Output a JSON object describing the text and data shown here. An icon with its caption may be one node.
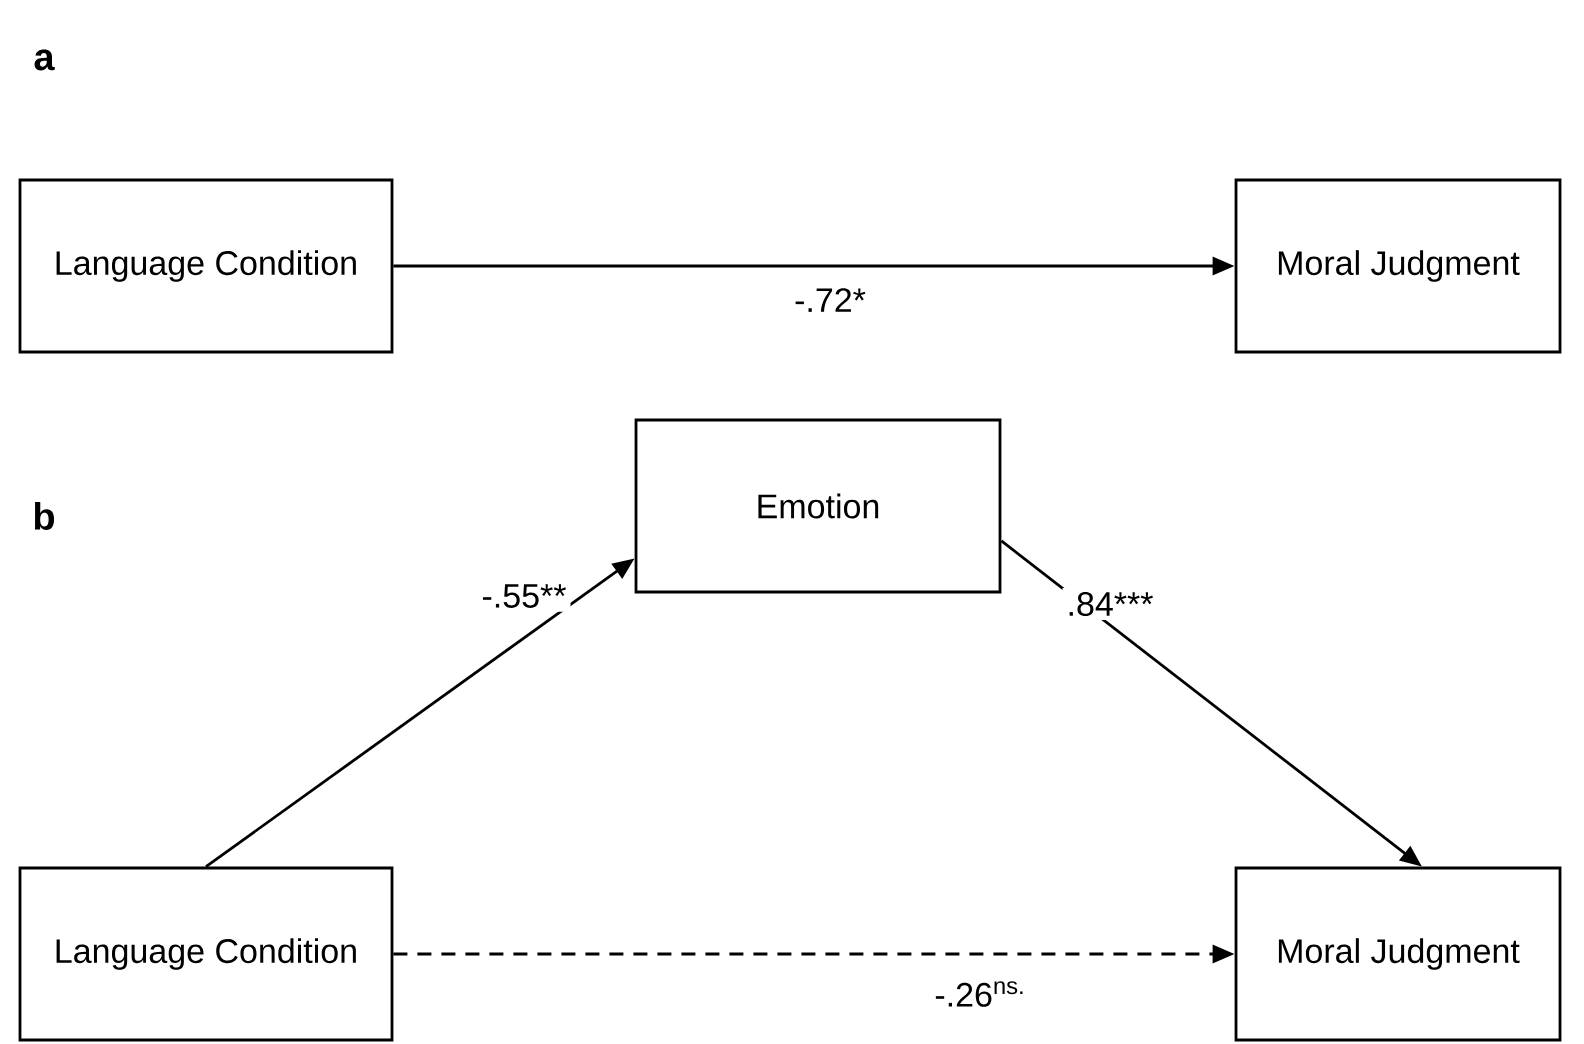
{
  "diagram": {
    "nodes": [
      {
        "text": [
          "Language Condition"
        ]
      },
      {
        "text": [
          "Moral Judgment"
        ]
      },
      {
        "text": [
          "Emotion"
        ]
      },
      {
        "text": [
          "Language Condition"
        ]
      },
      {
        "text": [
          "Moral Judgment"
        ]
      }
    ],
    "edges": [
      {
        "from": 0,
        "to": 1,
        "arrow": "to",
        "label": "-.72*"
      },
      {
        "from": 3,
        "to": 2,
        "arrow": "to",
        "label": "-.55**"
      },
      {
        "from": 2,
        "to": 4,
        "arrow": "to",
        "label": ".84***"
      },
      {
        "from": 3,
        "to": 4,
        "arrow": "to",
        "label": "-.26$^{ns.}$",
        "style": "dashed"
      }
    ],
    "labels": [
      "a",
      "b"
    ]
  }
}
